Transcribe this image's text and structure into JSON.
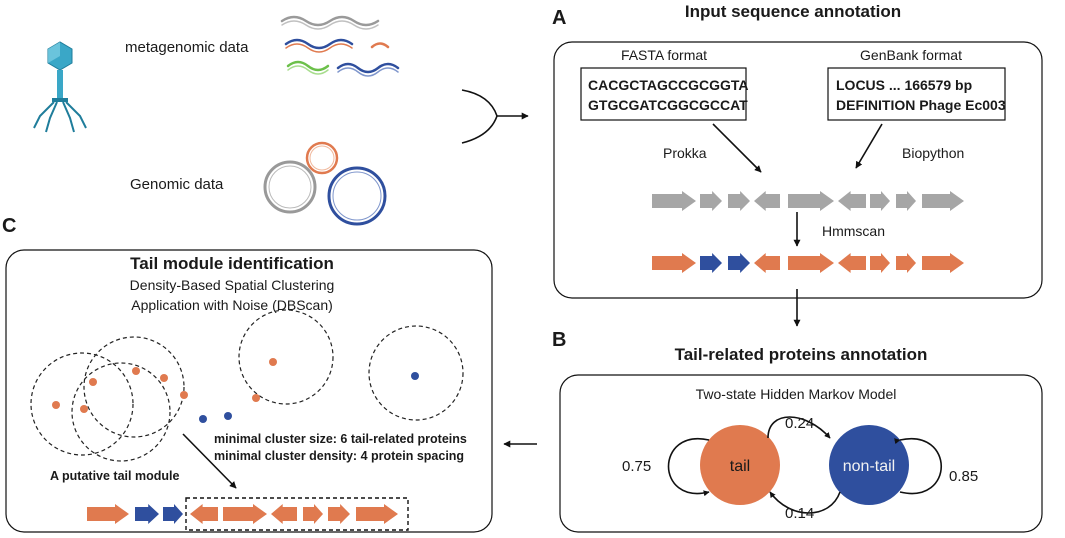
{
  "sources": {
    "metagenomic_label": "metagenomic data",
    "genomic_label": "Genomic data"
  },
  "panel_a": {
    "letter": "A",
    "title": "Input sequence annotation",
    "fasta": {
      "label": "FASTA format",
      "line1": "CACGCTAGCCGCGGTA",
      "line2": "GTGCGATCGGCGCCAT"
    },
    "genbank": {
      "label": "GenBank format",
      "line1": "LOCUS  ... 166579 bp",
      "line2": "DEFINITION  Phage Ec003"
    },
    "tool_prokka": "Prokka",
    "tool_biopython": "Biopython",
    "tool_hmmscan": "Hmmscan"
  },
  "panel_b": {
    "letter": "B",
    "title": "Tail-related proteins annotation",
    "model_label": "Two-state Hidden Markov Model",
    "state_tail": "tail",
    "state_nontail": "non-tail",
    "p_tail_tail": "0.75",
    "p_tail_nontail": "0.24",
    "p_nontail_tail": "0.14",
    "p_nontail_nontail": "0.85"
  },
  "panel_c": {
    "letter": "C",
    "title": "Tail module identification",
    "subtitle_line1": "Density-Based Spatial Clustering",
    "subtitle_line2": "Application with Noise (DBScan)",
    "param_size": "minimal cluster size: 6 tail-related proteins",
    "param_density": "minimal cluster density: 4 protein spacing",
    "module_label": "A putative tail module"
  },
  "colors": {
    "tail": "#e07a4f",
    "nontail": "#2f4f9e",
    "unannotated": "#a6a6a6",
    "phage": "#3aa7c7",
    "green_read": "#6cc04a"
  }
}
